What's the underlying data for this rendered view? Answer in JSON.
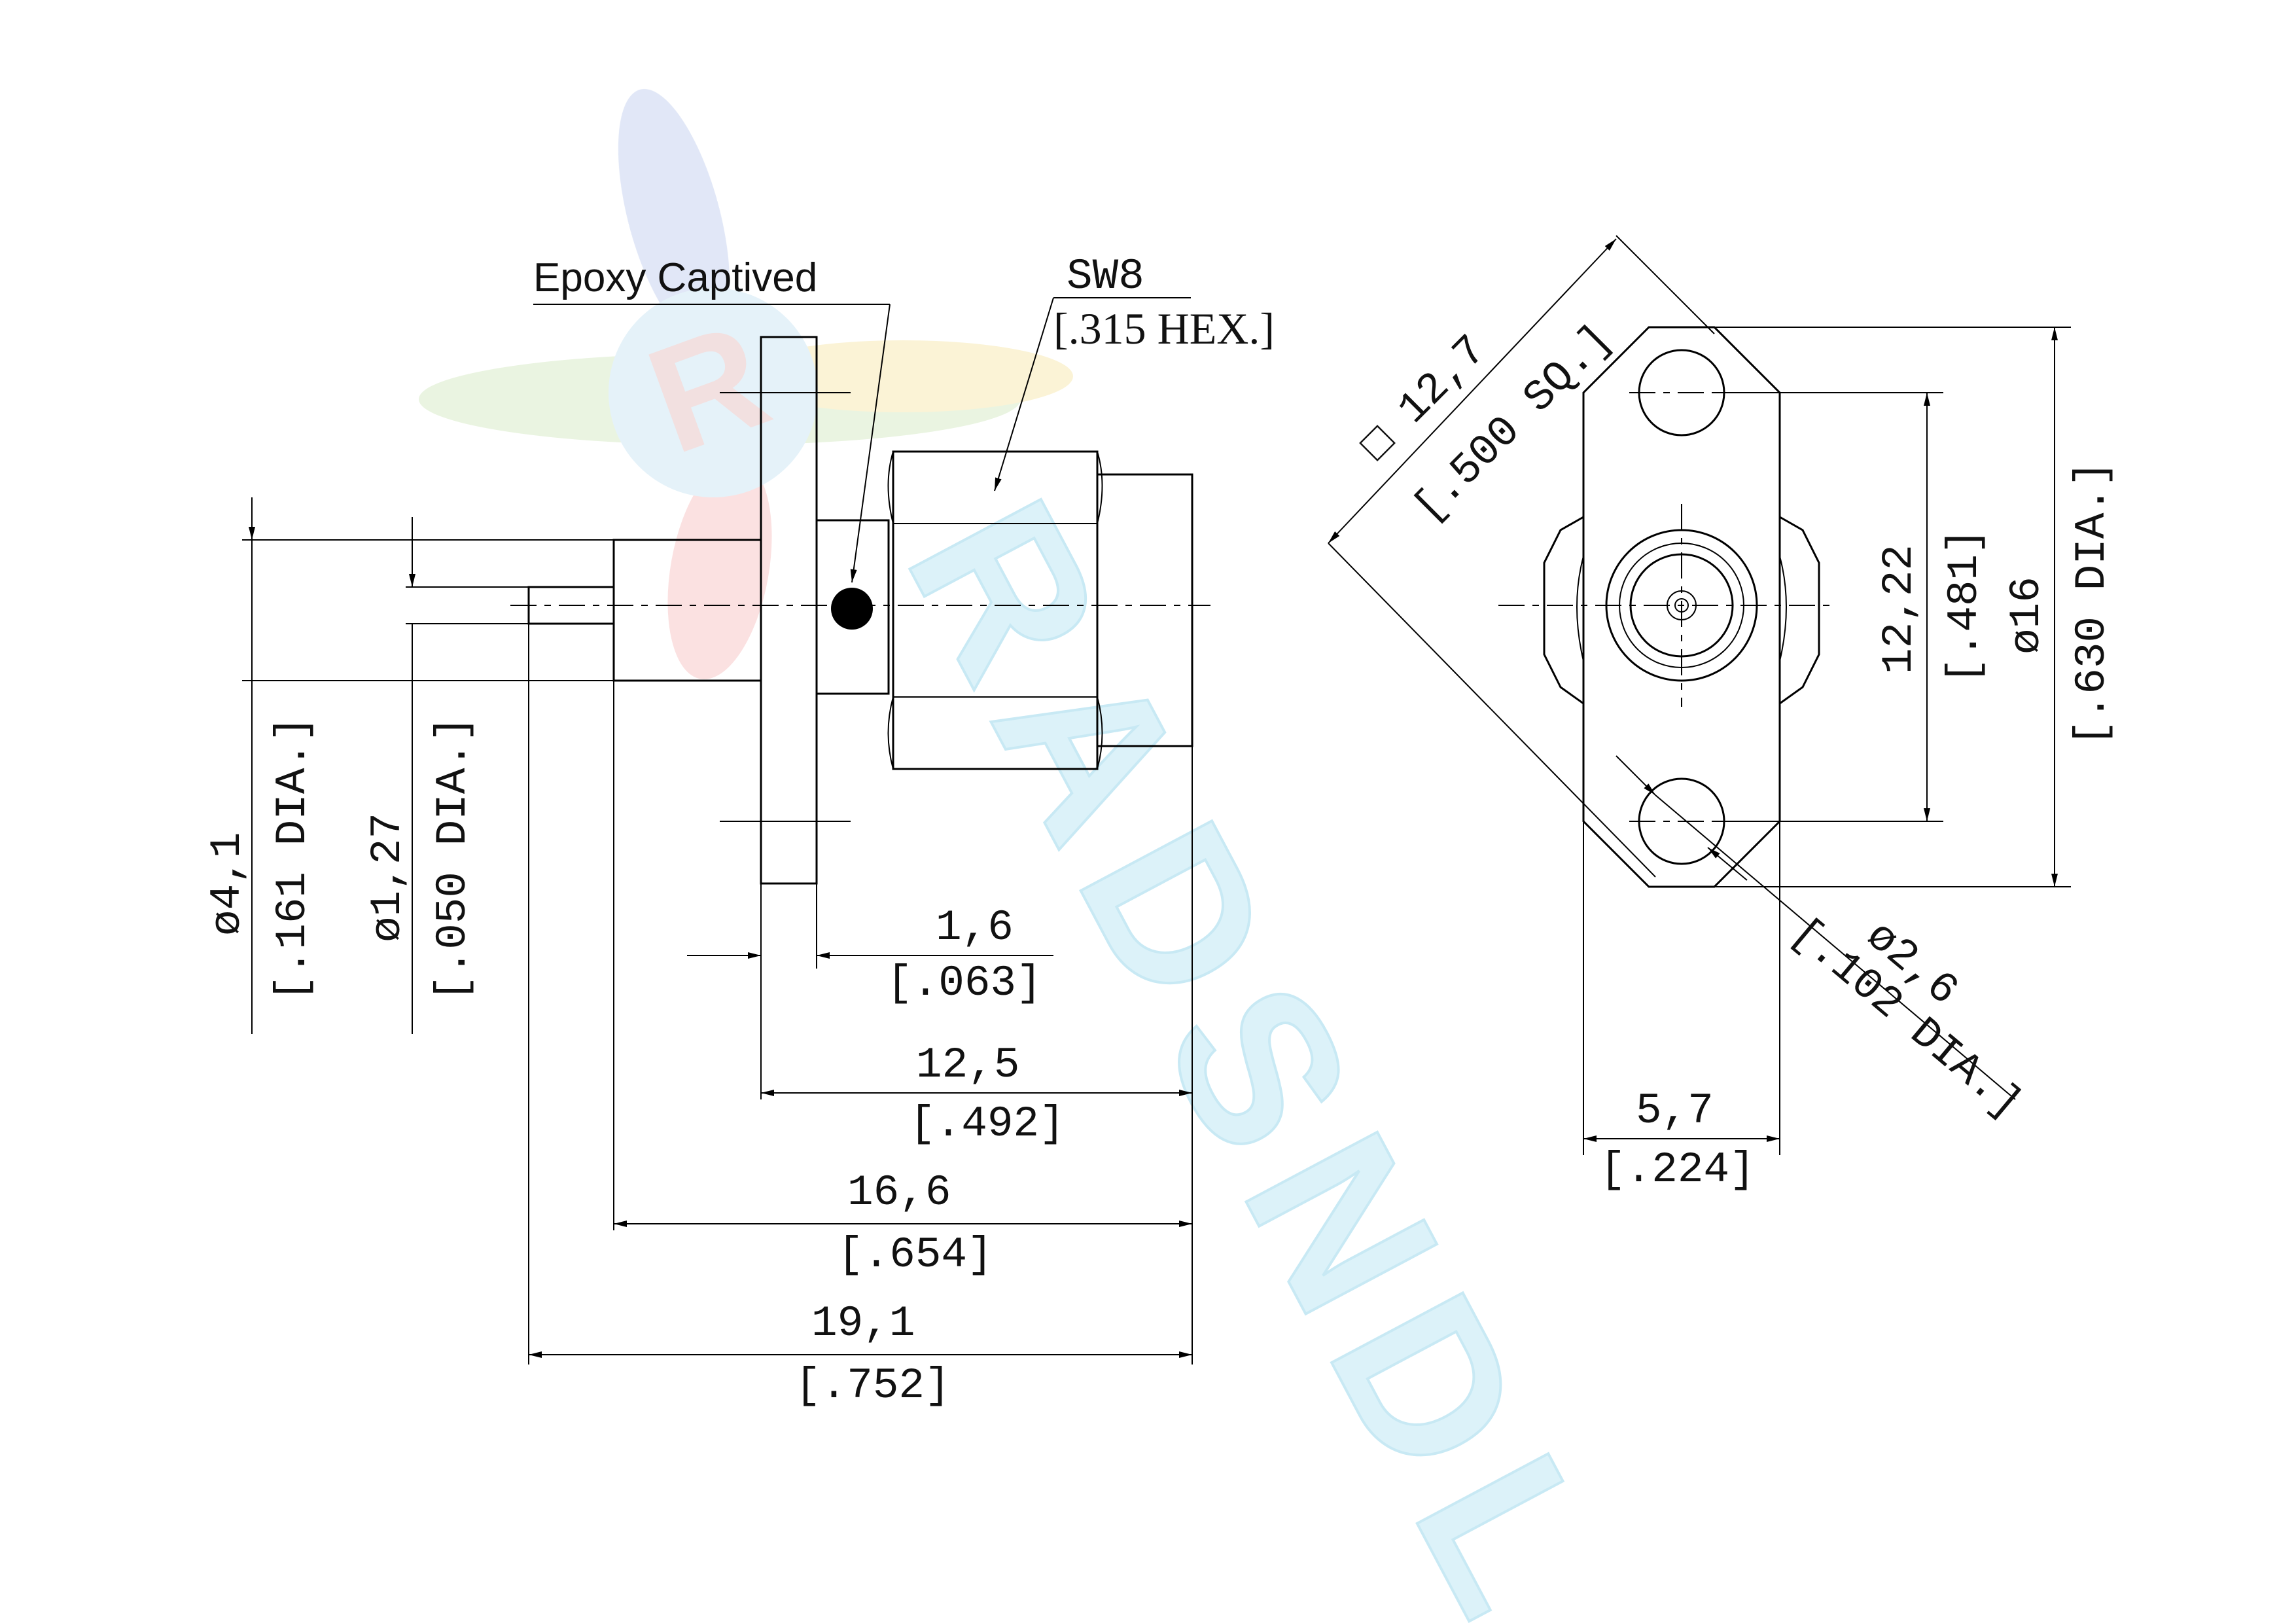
{
  "watermark": {
    "text": "RADSNDL",
    "colors": [
      "#cfe8f5",
      "#f7c9c9",
      "#d9ecc8",
      "#f7eab4",
      "#c8d4f0"
    ]
  },
  "labels": {
    "epoxy": "Epoxy Captived",
    "sw8": "SW8",
    "hex": "[.315 HEX.]"
  },
  "dims": {
    "d41": "ø4,1",
    "d41_in": "[.161 DIA.]",
    "d127": "ø1,27",
    "d127_in": "[.050 DIA.]",
    "t16": "1,6",
    "t16_in": "[.063]",
    "l125": "12,5",
    "l125_in": "[.492]",
    "l166": "16,6",
    "l166_in": "[.654]",
    "l191": "19,1",
    "l191_in": "[.752]",
    "sq127": "□ 12,7",
    "sq127_in": "[.500 SQ.]",
    "h1222": "12,22",
    "h1222_in": "[.481]",
    "d16": "ø16",
    "d16_in": "[.630 DIA.]",
    "d26": "ø2,6",
    "d26_in": "[.102 DIA.]",
    "w57": "5,7",
    "w57_in": "[.224]"
  }
}
